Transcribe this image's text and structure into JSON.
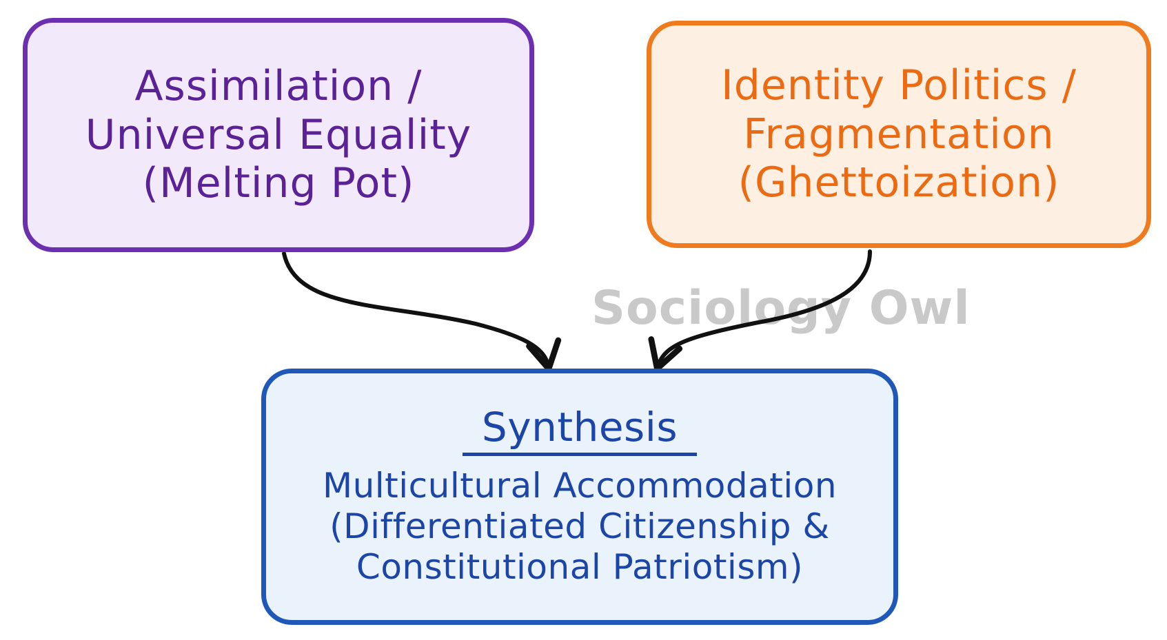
{
  "nodes": {
    "assimilation": {
      "lines": [
        "Assimilation /",
        "Universal Equality",
        "(Melting Pot)"
      ],
      "border_color": "#6b2fb0",
      "fill_color": "#f2e9fa",
      "text_color": "#5a2296"
    },
    "identity_politics": {
      "lines": [
        "Identity Politics /",
        "Fragmentation",
        "(Ghettoization)"
      ],
      "border_color": "#f07a1e",
      "fill_color": "#fdf0e3",
      "text_color": "#ec6a12"
    },
    "synthesis": {
      "heading": "Synthesis",
      "lines": [
        "Multicultural Accommodation",
        "(Differentiated Citizenship &",
        "Constitutional Patriotism)"
      ],
      "border_color": "#1f58b8",
      "fill_color": "#eaf2fc",
      "text_color": "#1b45a6"
    }
  },
  "edges": [
    {
      "from": "assimilation",
      "to": "synthesis",
      "color": "#111111"
    },
    {
      "from": "identity_politics",
      "to": "synthesis",
      "color": "#111111"
    }
  ],
  "watermark": "Sociology Owl"
}
